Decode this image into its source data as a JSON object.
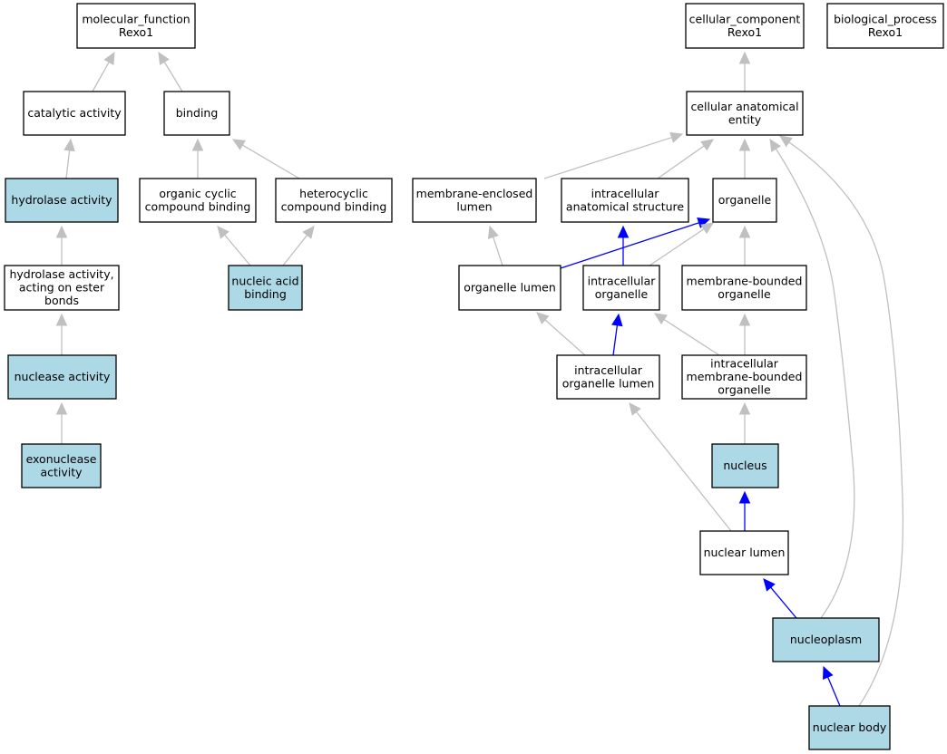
{
  "colors": {
    "highlight": "#add8e6",
    "plain": "#ffffff",
    "edge_default": "#c0c0c0",
    "edge_part_of": "#0000ff"
  },
  "nodes": [
    {
      "id": "mf",
      "lines": [
        "molecular_function",
        "Rexo1"
      ],
      "highlight": false
    },
    {
      "id": "cc",
      "lines": [
        "cellular_component",
        "Rexo1"
      ],
      "highlight": false
    },
    {
      "id": "bp",
      "lines": [
        "biological_process",
        "Rexo1"
      ],
      "highlight": false
    },
    {
      "id": "catalytic",
      "lines": [
        "catalytic activity"
      ],
      "highlight": false
    },
    {
      "id": "binding",
      "lines": [
        "binding"
      ],
      "highlight": false
    },
    {
      "id": "cae",
      "lines": [
        "cellular anatomical",
        "entity"
      ],
      "highlight": false
    },
    {
      "id": "hydrolase",
      "lines": [
        "hydrolase activity"
      ],
      "highlight": true
    },
    {
      "id": "ocb",
      "lines": [
        "organic cyclic",
        "compound binding"
      ],
      "highlight": false
    },
    {
      "id": "hcb",
      "lines": [
        "heterocyclic",
        "compound binding"
      ],
      "highlight": false
    },
    {
      "id": "mel",
      "lines": [
        "membrane-enclosed",
        "lumen"
      ],
      "highlight": false
    },
    {
      "id": "ias",
      "lines": [
        "intracellular",
        "anatomical structure"
      ],
      "highlight": false
    },
    {
      "id": "organelle",
      "lines": [
        "organelle"
      ],
      "highlight": false
    },
    {
      "id": "hydroester",
      "lines": [
        "hydrolase activity,",
        "acting on ester",
        "bonds"
      ],
      "highlight": false
    },
    {
      "id": "nab",
      "lines": [
        "nucleic acid",
        "binding"
      ],
      "highlight": true
    },
    {
      "id": "orglumen",
      "lines": [
        "organelle lumen"
      ],
      "highlight": false
    },
    {
      "id": "intraorg",
      "lines": [
        "intracellular",
        "organelle"
      ],
      "highlight": false
    },
    {
      "id": "mbo",
      "lines": [
        "membrane-bounded",
        "organelle"
      ],
      "highlight": false
    },
    {
      "id": "nuclease",
      "lines": [
        "nuclease activity"
      ],
      "highlight": true
    },
    {
      "id": "iol",
      "lines": [
        "intracellular",
        "organelle lumen"
      ],
      "highlight": false
    },
    {
      "id": "imbo",
      "lines": [
        "intracellular",
        "membrane-bounded",
        "organelle"
      ],
      "highlight": false
    },
    {
      "id": "exonuclease",
      "lines": [
        "exonuclease",
        "activity"
      ],
      "highlight": true
    },
    {
      "id": "nucleus",
      "lines": [
        "nucleus"
      ],
      "highlight": true
    },
    {
      "id": "nuclumen",
      "lines": [
        "nuclear lumen"
      ],
      "highlight": false
    },
    {
      "id": "nucleoplasm",
      "lines": [
        "nucleoplasm"
      ],
      "highlight": true
    },
    {
      "id": "nucbody",
      "lines": [
        "nuclear body"
      ],
      "highlight": true
    }
  ],
  "edges": [
    {
      "from": "catalytic",
      "to": "mf",
      "kind": "is_a"
    },
    {
      "from": "binding",
      "to": "mf",
      "kind": "is_a"
    },
    {
      "from": "hydrolase",
      "to": "catalytic",
      "kind": "is_a"
    },
    {
      "from": "ocb",
      "to": "binding",
      "kind": "is_a"
    },
    {
      "from": "hcb",
      "to": "binding",
      "kind": "is_a"
    },
    {
      "from": "hydroester",
      "to": "hydrolase",
      "kind": "is_a"
    },
    {
      "from": "nab",
      "to": "ocb",
      "kind": "is_a"
    },
    {
      "from": "nab",
      "to": "hcb",
      "kind": "is_a"
    },
    {
      "from": "nuclease",
      "to": "hydroester",
      "kind": "is_a"
    },
    {
      "from": "exonuclease",
      "to": "nuclease",
      "kind": "is_a"
    },
    {
      "from": "cae",
      "to": "cc",
      "kind": "is_a"
    },
    {
      "from": "mel",
      "to": "cae",
      "kind": "is_a"
    },
    {
      "from": "ias",
      "to": "cae",
      "kind": "is_a"
    },
    {
      "from": "organelle",
      "to": "cae",
      "kind": "is_a"
    },
    {
      "from": "nucleoplasm",
      "to": "cae",
      "kind": "is_a"
    },
    {
      "from": "nucbody",
      "to": "cae",
      "kind": "is_a"
    },
    {
      "from": "orglumen",
      "to": "mel",
      "kind": "is_a"
    },
    {
      "from": "orglumen",
      "to": "organelle",
      "kind": "part_of"
    },
    {
      "from": "intraorg",
      "to": "ias",
      "kind": "part_of"
    },
    {
      "from": "intraorg",
      "to": "organelle",
      "kind": "is_a"
    },
    {
      "from": "mbo",
      "to": "organelle",
      "kind": "is_a"
    },
    {
      "from": "iol",
      "to": "orglumen",
      "kind": "is_a"
    },
    {
      "from": "iol",
      "to": "intraorg",
      "kind": "part_of"
    },
    {
      "from": "imbo",
      "to": "intraorg",
      "kind": "is_a"
    },
    {
      "from": "imbo",
      "to": "mbo",
      "kind": "is_a"
    },
    {
      "from": "nucleus",
      "to": "imbo",
      "kind": "is_a"
    },
    {
      "from": "nuclumen",
      "to": "iol",
      "kind": "is_a"
    },
    {
      "from": "nuclumen",
      "to": "nucleus",
      "kind": "part_of"
    },
    {
      "from": "nucleoplasm",
      "to": "nuclumen",
      "kind": "part_of"
    },
    {
      "from": "nucbody",
      "to": "nucleoplasm",
      "kind": "part_of"
    }
  ]
}
